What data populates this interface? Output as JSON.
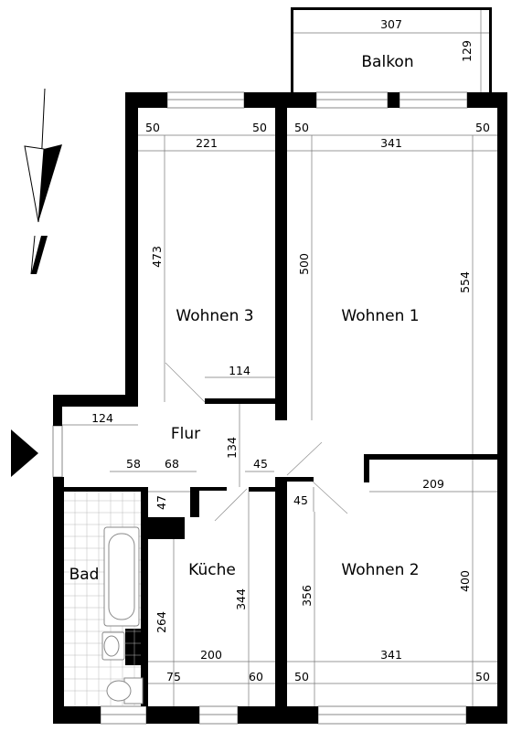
{
  "rooms": {
    "balkon": "Balkon",
    "wohnen1": "Wohnen 1",
    "wohnen2": "Wohnen 2",
    "wohnen3": "Wohnen 3",
    "flur": "Flur",
    "kueche": "Küche",
    "bad": "Bad"
  },
  "dimensions": {
    "balkon_width": "307",
    "balkon_depth": "129",
    "w3_window_left": "50",
    "w3_window_right": "50",
    "w1_window_left": "50",
    "w1_window_right": "50",
    "w3_width": "221",
    "w1_width": "341",
    "w3_depth": "473",
    "w1_depth": "500",
    "w1_total_depth": "554",
    "w3_wall": "114",
    "flur_width": "124",
    "flur_depth": "134",
    "flur_58": "58",
    "flur_68": "68",
    "flur_45": "45",
    "w2_45": "45",
    "w2_wall": "209",
    "flur_47": "47",
    "kueche_depth_a": "264",
    "kueche_depth_b": "344",
    "w2_depth_a": "356",
    "w2_depth_b": "400",
    "kueche_width": "200",
    "w2_width": "341",
    "kueche_window_75": "75",
    "kueche_window_60": "60",
    "w2_window_left": "50",
    "w2_window_right": "50"
  }
}
